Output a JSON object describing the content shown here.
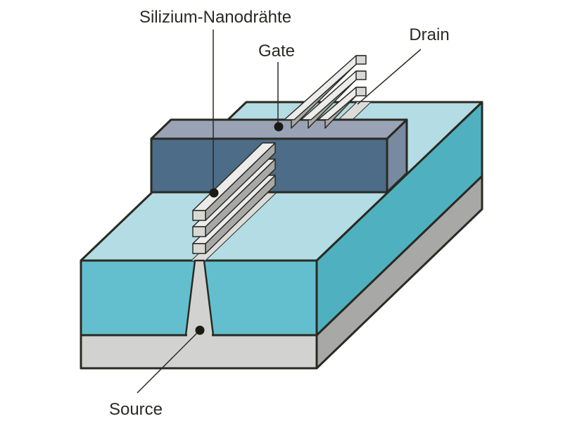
{
  "labels": {
    "nanowires": "Silizium-Nanodrähte",
    "gate": "Gate",
    "drain": "Drain",
    "source": "Source"
  },
  "colors": {
    "outline": "#2a2a22",
    "substrate_top": "#b3dce4",
    "substrate_front": "#63bfcd",
    "substrate_right": "#4fb1c0",
    "base_front": "#d2d2d0",
    "base_right": "#a8a8a6",
    "gate_top": "#9aa3b5",
    "gate_front": "#4c6c88",
    "gate_right": "#778aa0",
    "wire_top": "#ececea",
    "wire_side": "#a8a8a6",
    "wire_end": "#d8d8d6",
    "label_text": "#2a2a22"
  }
}
